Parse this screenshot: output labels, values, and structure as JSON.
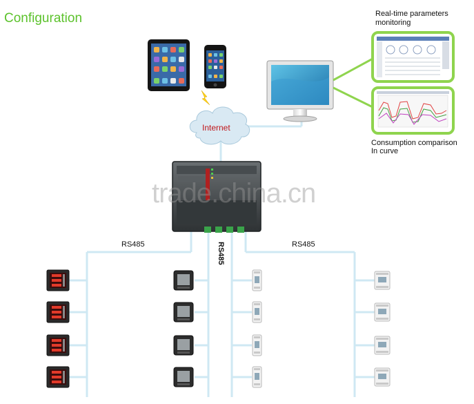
{
  "title": "Configuration",
  "labels": {
    "realtime_line1": "Real-time parameters",
    "realtime_line2": "monitoring",
    "consumption_line1": "Consumption comparison",
    "consumption_line2": "In curve",
    "internet": "Internet",
    "bus_left": "RS485",
    "bus_center": "RS485",
    "bus_right": "RS485",
    "watermark": "trade.china.cn"
  },
  "colors": {
    "title": "#5cc22c",
    "bus_line": "#cfe8f3",
    "green_frame": "#8fd44e",
    "cloud": "#d9e9f3",
    "internet_text": "#c0171b"
  },
  "meter_columns": [
    {
      "kind": "panel-meter-red-display",
      "count": 4
    },
    {
      "kind": "panel-meter-grey-display",
      "count": 4
    },
    {
      "kind": "din-rail-meter-narrow",
      "count": 4
    },
    {
      "kind": "din-rail-meter-wide",
      "count": 4
    }
  ]
}
